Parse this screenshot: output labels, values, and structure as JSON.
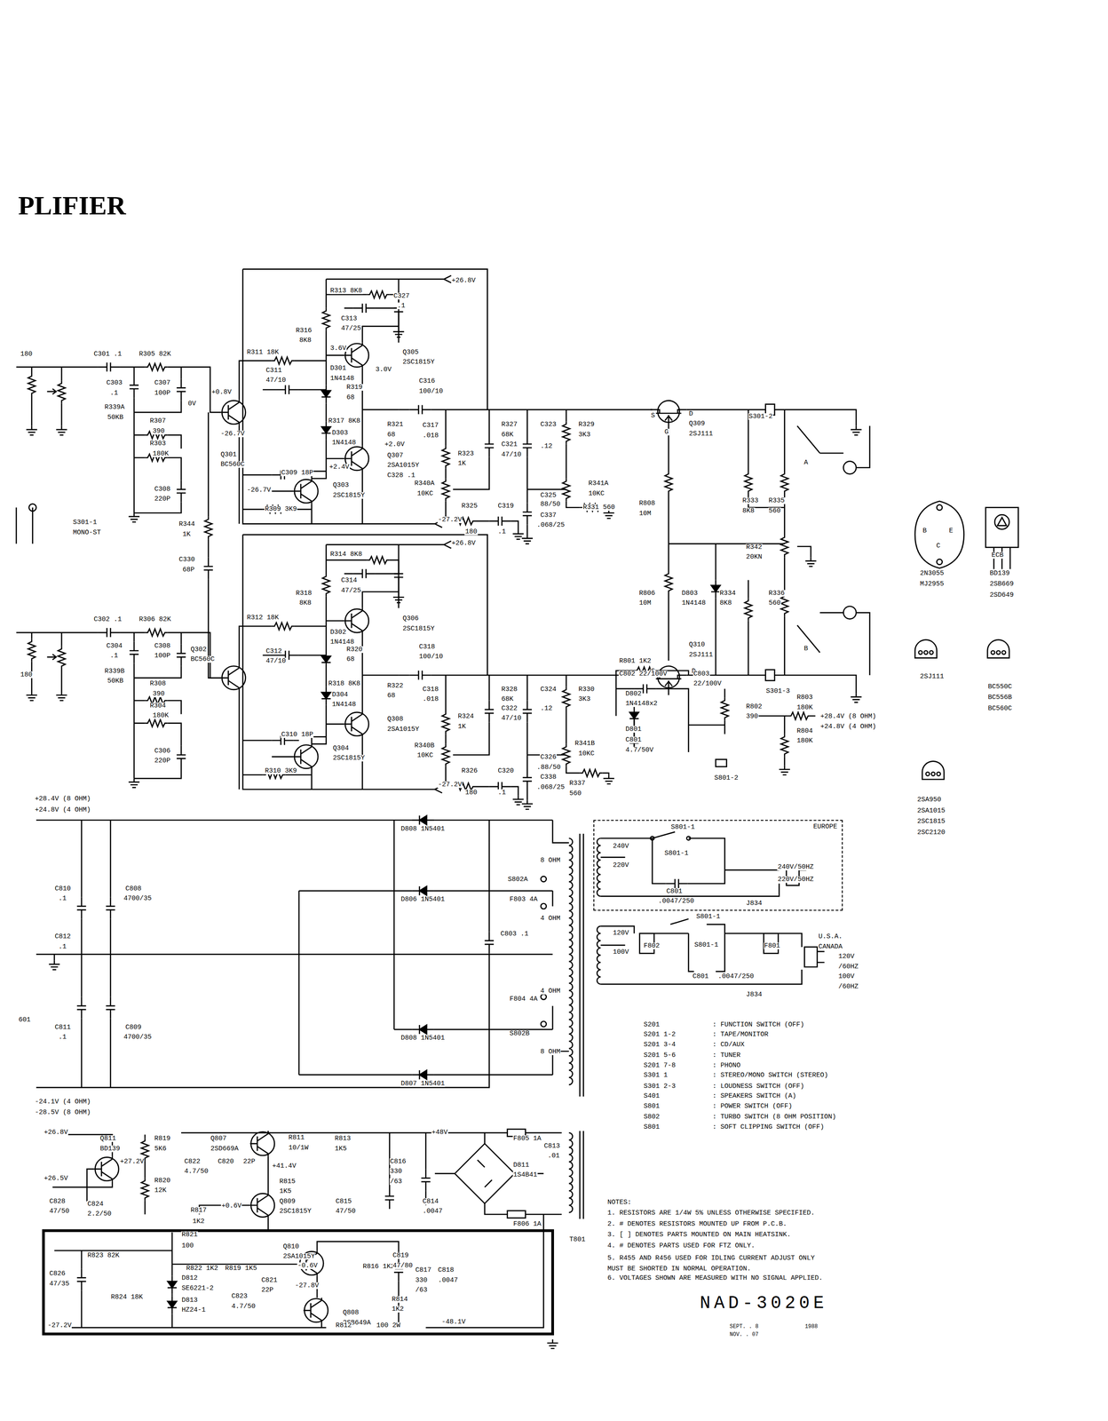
{
  "diagram": {
    "title": "PLIFIER",
    "nodes": [
      {
        "text": [
          "EUROPE"
        ]
      }
    ],
    "labels": [
      "180",
      "C301 .1",
      "R305 82K",
      "C303",
      ".1",
      "C307",
      "100P",
      "R339A",
      "50KB",
      "0V",
      "R307",
      "390",
      "R303",
      "180K",
      "C308",
      "220P",
      "R311 18K",
      "+0.8V",
      "-26.7V",
      "Q301",
      "BC560C",
      "C311",
      "47/10",
      "R313 8K8",
      "C313",
      "47/25",
      "R316",
      "8K8",
      "3.6V",
      "Q305",
      "2SC1815Y",
      "3.0V",
      "D301",
      "1N4148",
      "R319",
      "68",
      "C316",
      "100/10",
      "R317 8K8",
      "R321",
      "68",
      "D303",
      "1N4148",
      "+2.0V",
      "C317",
      ".018",
      "+2.4V",
      "Q307",
      "2SA1015Y",
      "C328 .1",
      "C309 18P",
      "-26.7V",
      "Q303",
      "2SC1815Y",
      "R309 3K9",
      "-27.2V",
      "+26.8V",
      "C327",
      ".1",
      "R327",
      "68K",
      "C321",
      "47/10",
      "R323",
      "1K",
      "C323",
      ".12",
      "R329",
      "3K3",
      "R340A",
      "10KC",
      "R341A",
      "10KC",
      "C325",
      "88/50",
      "C337",
      ".068/25",
      "R331 560",
      "R325",
      "180",
      "C319",
      ".1",
      "R344",
      "1K",
      "C330",
      "68P",
      "S301-1",
      "MONO-ST",
      "S",
      "D",
      "Q309",
      "2SJ111",
      "G",
      "R808",
      "10M",
      "S301-2",
      "R333",
      "8K8",
      "R335",
      "560",
      "A",
      "R342",
      "20KN",
      "R806",
      "10M",
      "D803",
      "1N4148",
      "R334",
      "8K8",
      "R336",
      "560",
      "B",
      "S",
      "D",
      "Q310",
      "2SJ111",
      "S301-3",
      "C302 .1",
      "R306 82K",
      "C304",
      ".1",
      "C308",
      "100P",
      "Q302",
      "BC560C",
      "R312 18K",
      "C312",
      "47/10",
      "R314 8K8",
      "C314",
      "47/25",
      "R318",
      "8K8",
      "Q306",
      "2SC1815Y",
      "D302",
      "1N4148",
      "R320",
      "68",
      "C318",
      "100/10",
      "R318 8K8",
      "R322",
      "68",
      "D304",
      "1N4148",
      "C318",
      ".018",
      "Q308",
      "2SA1015Y",
      "C310 18P",
      "Q304",
      "2SC1815Y",
      "R310 3K9",
      "-27.2V",
      "+26.8V",
      "180",
      "R339B",
      "50KB",
      "R308",
      "390",
      "R304",
      "180K",
      "C306",
      "220P",
      "R328",
      "68K",
      "C322",
      "47/10",
      "R324",
      "1K",
      "C324",
      ".12",
      "R330",
      "3K3",
      "R340B",
      "10KC",
      "R341B",
      "10KC",
      "C326",
      ".88/50",
      "C338",
      ".068/25",
      "R337",
      "560",
      "R326",
      "180",
      "C320",
      ".1",
      "R801 1K2",
      "C802 22/100V",
      "D802",
      "1N4148x2",
      "D801",
      "C801",
      "4.7/50V",
      "C803",
      "22/100V",
      "R802",
      "390",
      "S801-2",
      "R803",
      "180K",
      "R804",
      "180K",
      "+28.4V (8 OHM)",
      "+24.8V (4 OHM)",
      "B",
      "E",
      "C",
      "2N3055",
      "MJ2955",
      "ECB",
      "BD139",
      "2SB669",
      "2SD649",
      "2SJ111",
      "BC550C",
      "BC556B",
      "BC560C",
      "2SA950",
      "2SA1015",
      "2SC1815",
      "2SC2120",
      "+28.4V (8 OHM)",
      "+24.8V (4 OHM)",
      "C810",
      ".1",
      "C808",
      "4700/35",
      "C812",
      ".1",
      "C811",
      ".1",
      "C809",
      "4700/35",
      "601",
      "-24.1V (4 OHM)",
      "-28.5V (8 OHM)",
      "D808 1N5401",
      "D806 1N5401",
      "D808 1N5401",
      "D807 1N5401",
      "C803 .1",
      "8 OHM",
      "S802A",
      "F803 4A",
      "4 OHM",
      "4 OHM",
      "F804 4A",
      "S802B",
      "8 OHM",
      "240V",
      "220V",
      "S801-1",
      "S801-1",
      "C801",
      ".0047/250",
      "240V/50HZ",
      "220V/50HZ",
      "J834",
      "120V",
      "100V",
      "S801-1",
      "F802",
      "S801-1",
      "F801",
      "C801",
      ".0047/250",
      "U.S.A.",
      "CANADA",
      "120V",
      "/60HZ",
      "100V",
      "/60HZ",
      "J834",
      "S201",
      ": FUNCTION SWITCH (OFF)",
      "S201 1-2",
      ": TAPE/MONITOR",
      "S201 3-4",
      ": CD/AUX",
      "S201 5-6",
      ": TUNER",
      "S201 7-8",
      ": PHONO",
      "S301 1",
      ": STEREO/MONO SWITCH (STEREO)",
      "S301 2-3",
      ": LOUDNESS SWITCH (OFF)",
      "S401",
      ": SPEAKERS SWITCH (A)",
      "S801",
      ": POWER SWITCH (OFF)",
      "S802",
      ": TURBO SWITCH (8 OHM POSITION)",
      "S801",
      ": SOFT CLIPPING SWITCH (OFF)",
      "+26.8V",
      "+26.5V",
      "Q811",
      "BD139",
      "+27.2V",
      "R819",
      "5K6",
      "R820",
      "12K",
      "C822",
      "4.7/50",
      "C828",
      "47/50",
      "C824",
      "2.2/50",
      "Q807",
      "2SD669A",
      "C820",
      "22P",
      "R811",
      "10/1W",
      "R813",
      "1K5",
      "+41.4V",
      "R815",
      "1K5",
      "+0.6V",
      "Q809",
      "2SC1815Y",
      "R817",
      "1K2",
      "C816",
      "330",
      "/63",
      "C815",
      "47/50",
      "+48V",
      "C814",
      ".0047",
      "F805 1A",
      "D811",
      "1S4B41",
      "C813",
      ".01",
      "F806 1A",
      "T801",
      "R821",
      "100",
      "R823 82K",
      "C826",
      "47/35",
      "R824 18K",
      "D812",
      "SE6221-2",
      "D813",
      "HZ24-1",
      "R822 1K2",
      "R819 1K5",
      "Q810",
      "2SA1015Y",
      "-0.6V",
      "R816 1K2",
      "C821",
      "22P",
      "-27.8V",
      "C823",
      "4.7/50",
      "Q808",
      "2SB649A",
      "R814",
      "1K2",
      "C819",
      "47/80",
      "C817",
      "330",
      "/63",
      "C818",
      ".0047",
      "-48.1V",
      "R812",
      "100 2W",
      "-27.2V",
      "NOTES:",
      "1. RESISTORS ARE 1/4W 5% UNLESS OTHERWISE SPECIFIED.",
      "2. # DENOTES RESISTORS MOUNTED UP FROM P.C.B.",
      "3. [ ] DENOTES PARTS MOUNTED ON MAIN HEATSINK.",
      "4. # DENOTES PARTS USED FOR FTZ ONLY.",
      "5. R455 AND R456 USED FOR IDLING CURRENT ADJUST ONLY MUST BE SHORTED IN NORMAL OPERATION.",
      "6. VOLTAGES SHOWN ARE MEASURED WITH NO SIGNAL APPLIED.",
      "NAD-3020E",
      "SEPT. . 8",
      "1988",
      "NOV. . 07"
    ]
  }
}
